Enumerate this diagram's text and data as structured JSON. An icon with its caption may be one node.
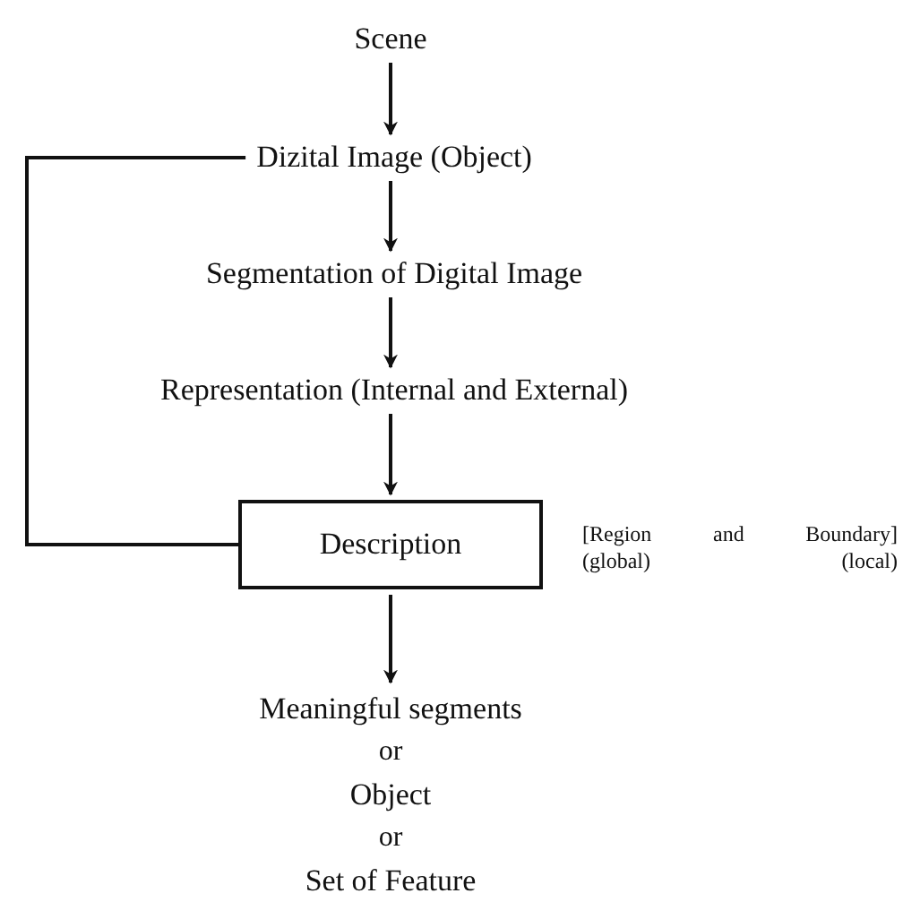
{
  "diagram": {
    "nodes": [
      {
        "text": [
          "Scene"
        ]
      },
      {
        "text": [
          "Dizital Image (Object)"
        ]
      },
      {
        "text": [
          "Segmentation of Digital Image"
        ]
      },
      {
        "text": [
          "Representation (Internal and External)"
        ]
      },
      {
        "text": [
          "Description"
        ],
        "beside": [
          "[Region and Boundary]",
          "(global)",
          "(local)"
        ]
      },
      {
        "text": [
          "Meaningful segments",
          "or",
          "Object",
          "or",
          "Set of Feature"
        ]
      }
    ],
    "edges": [
      {
        "from": 0,
        "to": 1,
        "arrow": "to"
      },
      {
        "from": 1,
        "to": 2,
        "arrow": "to"
      },
      {
        "from": 2,
        "to": 3,
        "arrow": "to"
      },
      {
        "from": 3,
        "to": 4,
        "arrow": "to"
      },
      {
        "from": 4,
        "to": 5,
        "arrow": "to"
      },
      {
        "from": 4,
        "to": 1,
        "arrow": "none"
      }
    ]
  }
}
